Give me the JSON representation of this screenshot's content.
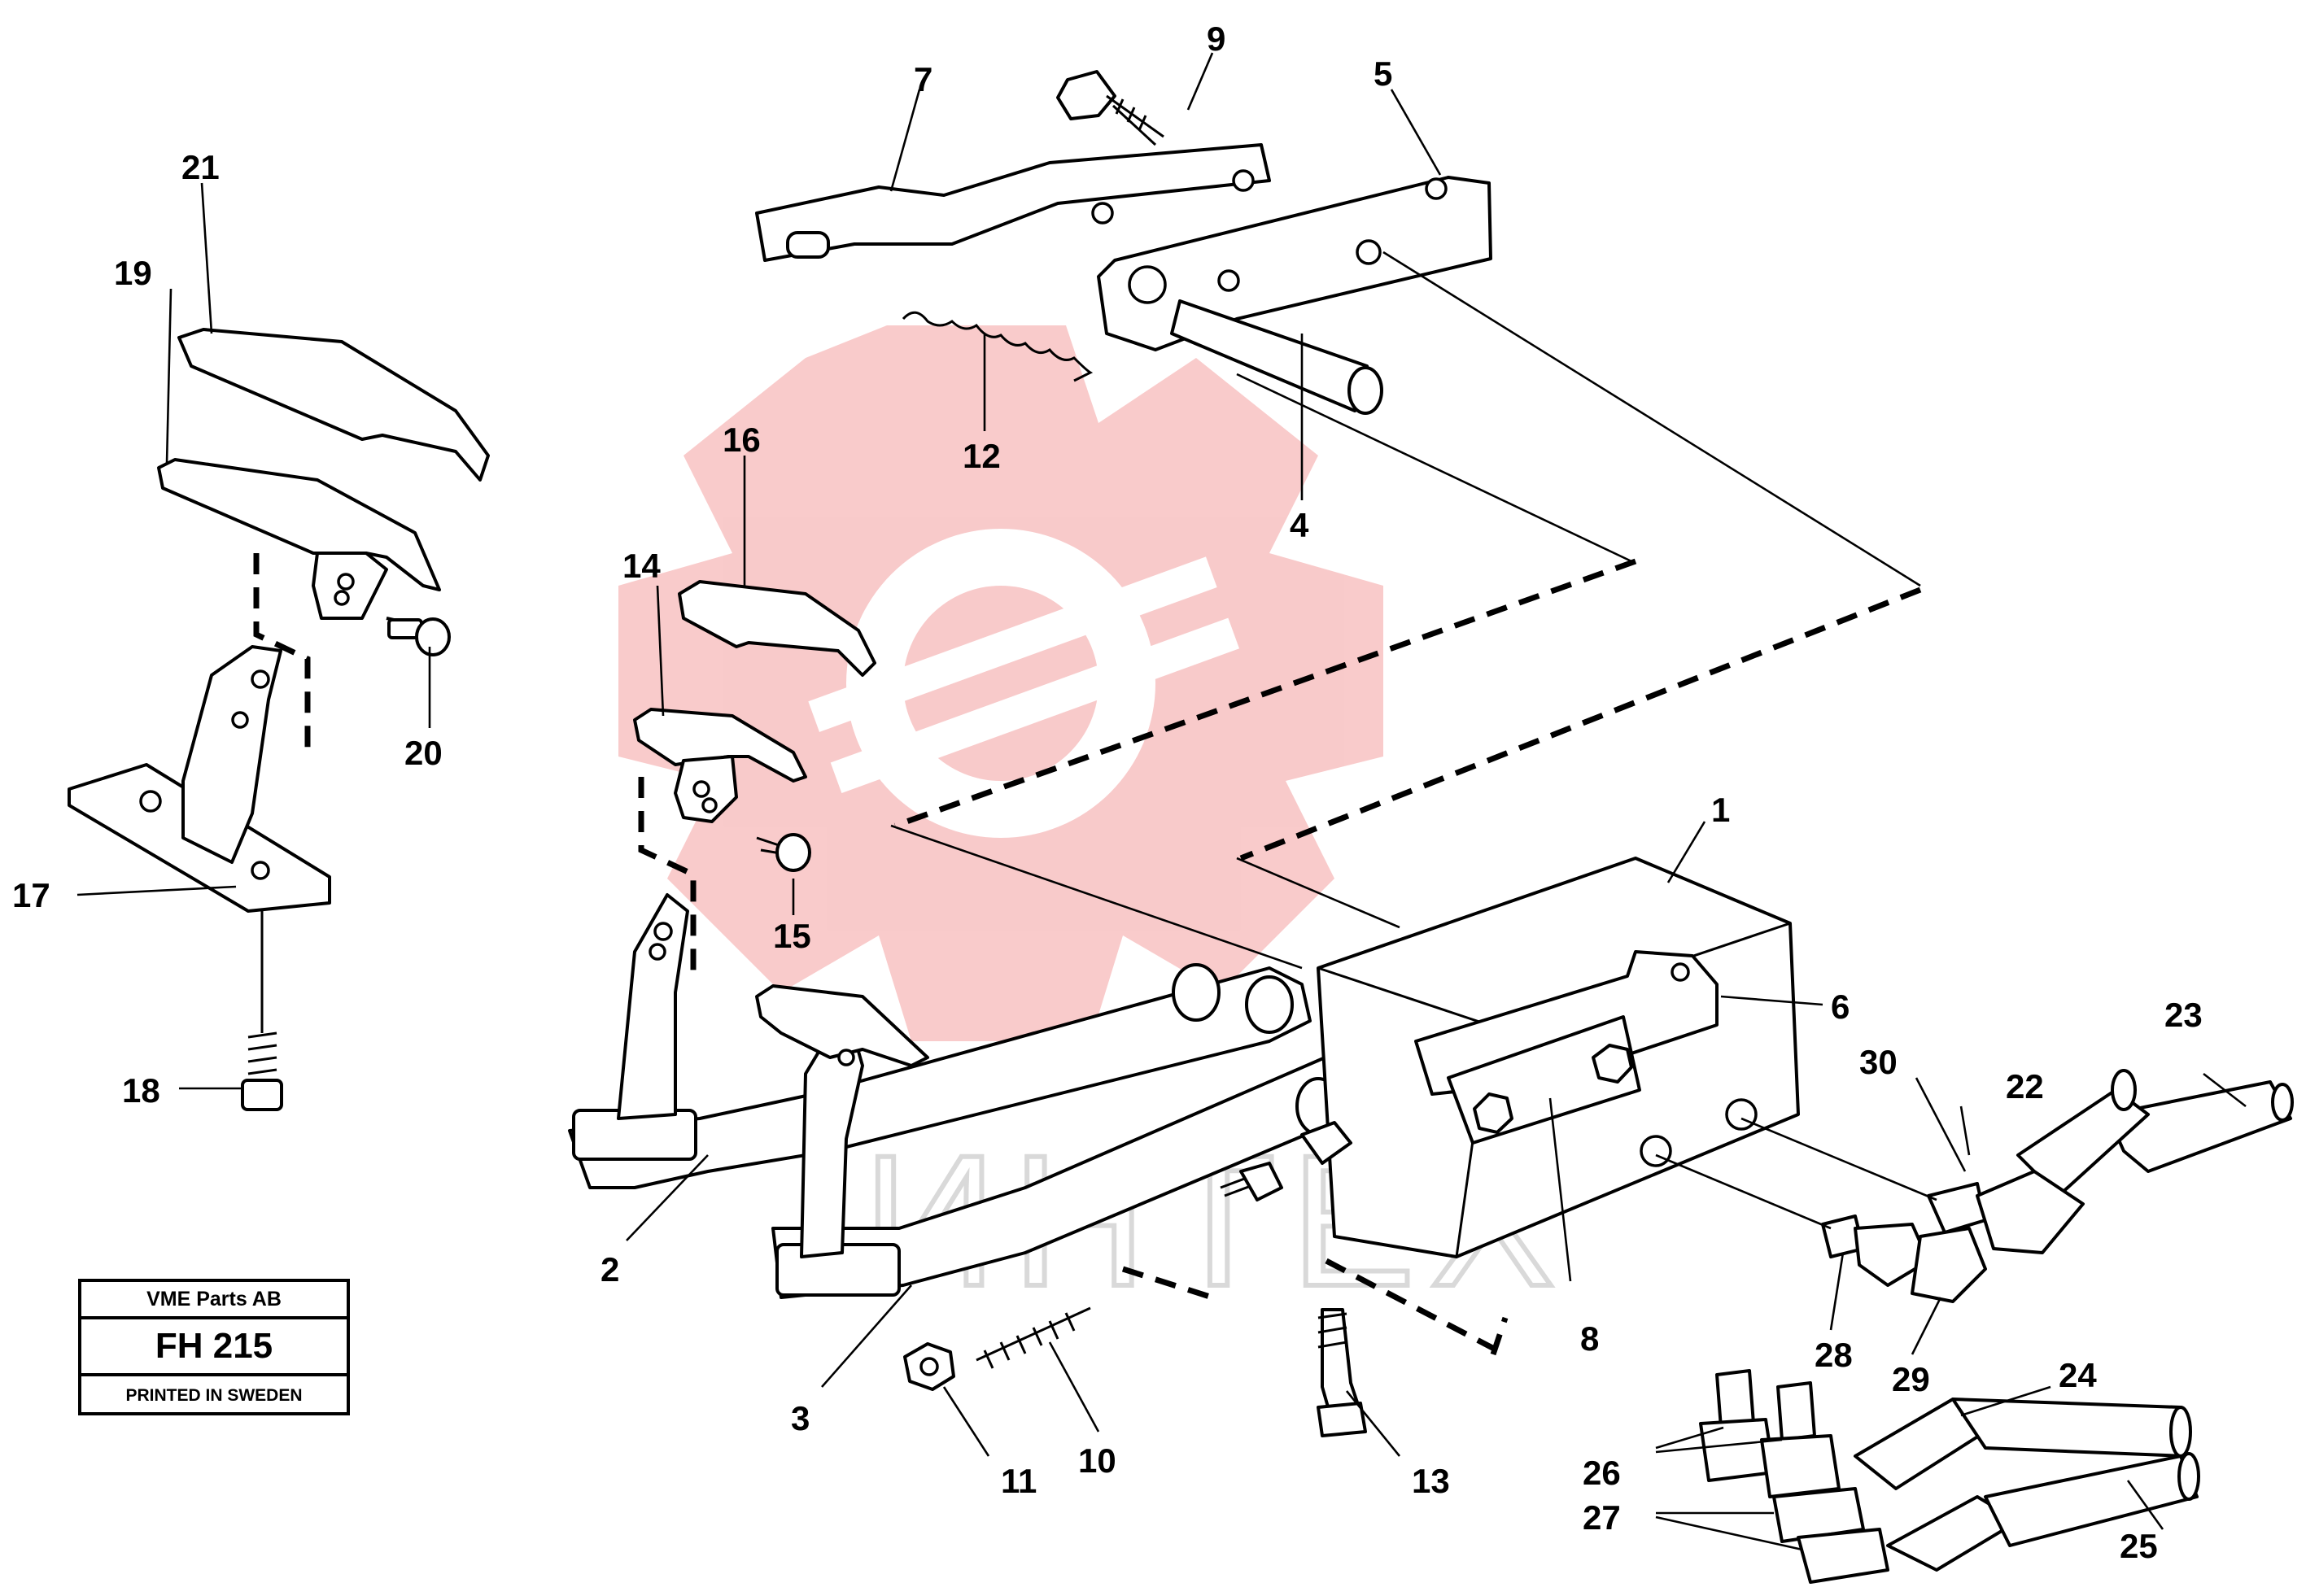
{
  "title_block": {
    "company": "VME Parts AB",
    "model": "FH 215",
    "printed": "PRINTED IN SWEDEN"
  },
  "watermark": {
    "text": "ИНТЕХ",
    "logo_color": "#f4a0a0",
    "text_color": "#d9d9d9"
  },
  "callouts": [
    "1",
    "2",
    "3",
    "4",
    "5",
    "6",
    "7",
    "8",
    "9",
    "10",
    "11",
    "12",
    "13",
    "14",
    "15",
    "16",
    "17",
    "18",
    "19",
    "20",
    "21",
    "22",
    "23",
    "24",
    "25",
    "26",
    "27",
    "28",
    "29",
    "30"
  ],
  "colors": {
    "line": "#000000",
    "background": "#ffffff"
  }
}
